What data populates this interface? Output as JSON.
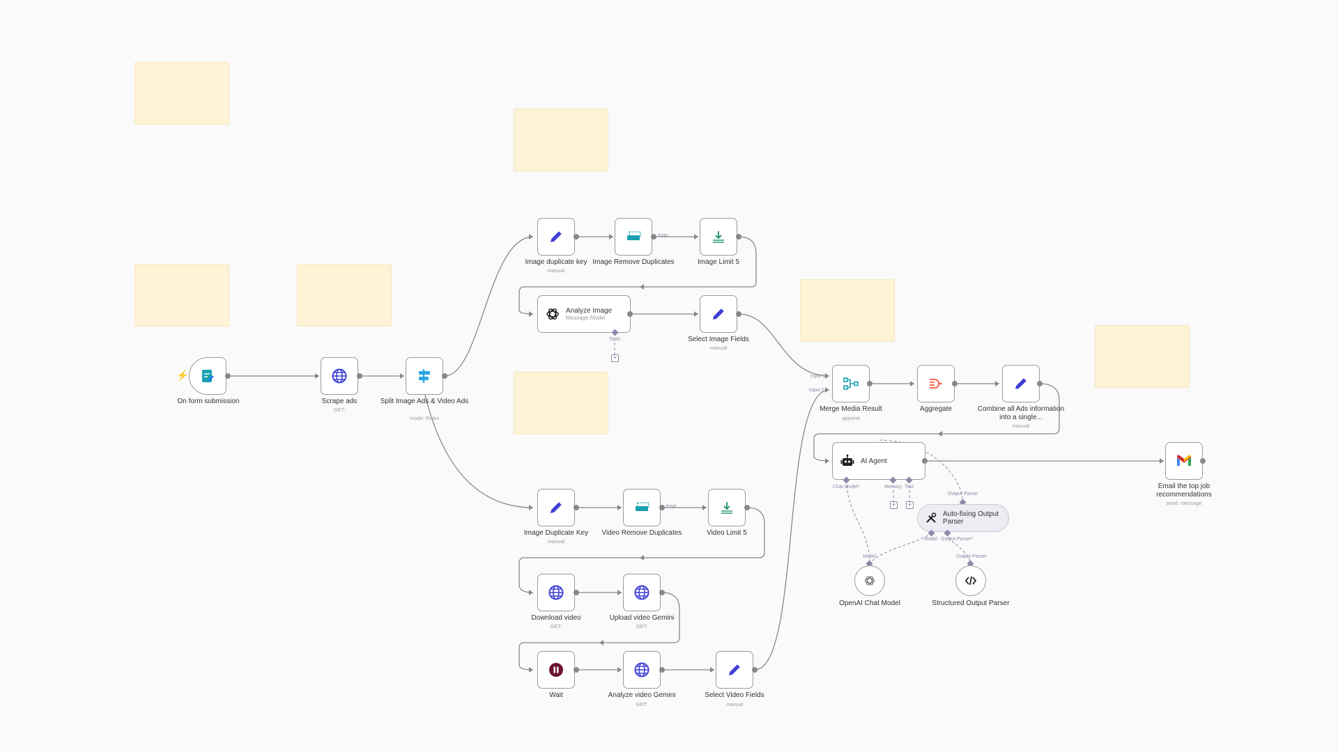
{
  "colors": {
    "sticky": "#fff3d6",
    "wire": "#888888",
    "sub_wire": "#8a8aa8",
    "edit_icon": "#3f3fd6",
    "globe_icon": "#3f3fd6",
    "teal_icon": "#19a0b3",
    "green_icon": "#2c9a6d",
    "trigger_bolt": "#ff6d5a",
    "wait_icon": "#6b1530"
  },
  "trigger": {
    "label": "On form submission",
    "icon": "form-icon"
  },
  "scrape": {
    "label": "Scrape ads",
    "sub": "GET:",
    "icon": "globe-icon"
  },
  "split": {
    "label": "Split Image Ads & Video Ads",
    "sub": "mode: Rules",
    "icon": "switch-icon"
  },
  "image_dup_key": {
    "label": "Image duplicate key",
    "sub": "manual",
    "icon": "pencil-icon"
  },
  "image_remove_dup": {
    "label": "Image Remove Duplicates",
    "icon": "remove-duplicates-icon",
    "port_label": "Kept"
  },
  "image_limit": {
    "label": "Image Limit 5",
    "icon": "limit-icon"
  },
  "analyze_image": {
    "title": "Analyze Image",
    "sub": "Message Model",
    "icon": "openai-icon",
    "port_label": "Tools"
  },
  "select_image_fields": {
    "label": "Select Image Fields",
    "sub": "manual",
    "icon": "pencil-icon"
  },
  "merge": {
    "label": "Merge Media Result",
    "sub": "append",
    "icon": "merge-icon",
    "input1": "Input 1",
    "input2": "Input 2"
  },
  "aggregate": {
    "label": "Aggregate",
    "icon": "aggregate-icon"
  },
  "combine": {
    "label": "Combine all Ads information into a single...",
    "sub": "manual",
    "icon": "pencil-icon"
  },
  "ai_agent": {
    "title": "AI Agent",
    "icon": "robot-icon",
    "chat_model": "Chat Model*",
    "memory": "Memory",
    "tool": "Tool",
    "output_parser": "Output Parser"
  },
  "email": {
    "label": "Email the top job recommendations",
    "sub": "send: message",
    "icon": "gmail-icon"
  },
  "autofix": {
    "title": "Auto-fixing Output Parser",
    "icon": "tools-icon",
    "model": "Model",
    "output_parser": "Output Parser*",
    "top_label": "Output Parser"
  },
  "openai_chat": {
    "label": "OpenAI Chat Model",
    "icon": "openai-icon",
    "top_label": "Model"
  },
  "structured": {
    "label": "Structured Output Parser",
    "icon": "code-icon",
    "top_label": "Output Parser"
  },
  "video_dup_key": {
    "label": "Image Duplicate Key",
    "sub": "manual",
    "icon": "pencil-icon"
  },
  "video_remove_dup": {
    "label": "Video Remove Duplicates",
    "icon": "remove-duplicates-icon",
    "port_label": "Kept"
  },
  "video_limit": {
    "label": "Video Limit 5",
    "icon": "limit-icon"
  },
  "download_video": {
    "label": "Download video",
    "sub": "GET:",
    "icon": "globe-icon"
  },
  "upload_video": {
    "label": "Upload video Gemini",
    "sub": "GET:",
    "icon": "globe-icon"
  },
  "wait": {
    "label": "Wait",
    "icon": "pause-icon"
  },
  "analyze_video": {
    "label": "Analyze video Gemini",
    "sub": "GET:",
    "icon": "globe-icon"
  },
  "select_video_fields": {
    "label": "Select Video Fields",
    "sub": "manual",
    "icon": "pencil-icon"
  },
  "plus_symbol": "+"
}
